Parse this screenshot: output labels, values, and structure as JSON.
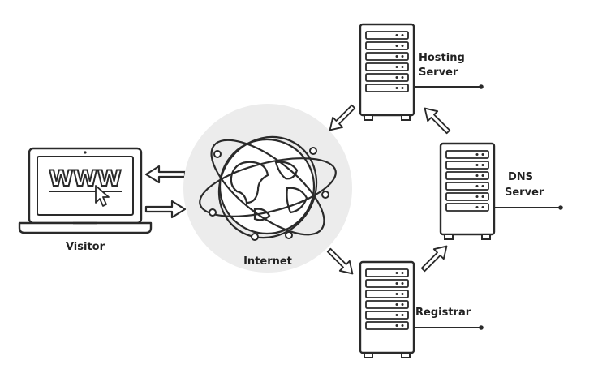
{
  "diagram": {
    "nodes": {
      "visitor": {
        "label": "Visitor",
        "screen_text": "WWW"
      },
      "internet": {
        "label": "Internet"
      },
      "hosting": {
        "label_line1": "Hosting",
        "label_line2": "Server"
      },
      "dns": {
        "label_line1": "DNS",
        "label_line2": "Server"
      },
      "registrar": {
        "label": "Registrar"
      }
    },
    "colors": {
      "stroke": "#2a2a2a",
      "globe_halo": "#ececec",
      "server_fill": "#ffffff",
      "background": "#ffffff"
    },
    "icons": [
      "laptop-icon",
      "cursor-icon",
      "globe-icon",
      "server-icon",
      "arrow-icon"
    ]
  }
}
